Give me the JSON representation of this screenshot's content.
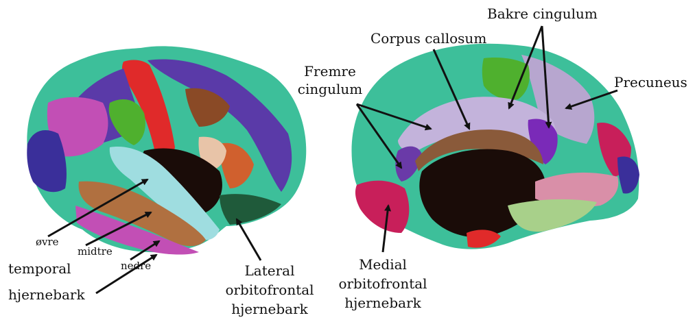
{
  "labels": {
    "ovre": "øvre",
    "midtre": "midtre",
    "nedre": "nedre",
    "temporal": "temporal",
    "temporal_cortex": "hjernebark",
    "lateral_line1": "Lateral",
    "lateral_line2": "orbitofrontal",
    "lateral_line3": "hjernebark",
    "fremre_line1": "Fremre",
    "fremre_line2": "cingulum",
    "corpus_callosum": "Corpus callosum",
    "bakre_cingulum": "Bakre cingulum",
    "precuneus": "Precuneus",
    "medial_line1": "Medial",
    "medial_line2": "orbitofrontal",
    "medial_line3": "hjernebark"
  },
  "colors": {
    "teal": "#3dbf9a",
    "purple": "#5a3aa8",
    "magenta": "#c24fb5",
    "green": "#4fb02e",
    "red": "#e02a2a",
    "crimson": "#c81f5a",
    "brown": "#8a4a26",
    "tan": "#b07040",
    "light_cyan": "#9fdde0",
    "peach": "#e8c4a8",
    "dark": "#1a0c08",
    "lilac": "#b7a6cf",
    "pink": "#d98fa8",
    "light_green": "#a8d08a",
    "dark_green": "#1f5a3a",
    "navy": "#3a2f9a",
    "arrow": "#111111"
  }
}
